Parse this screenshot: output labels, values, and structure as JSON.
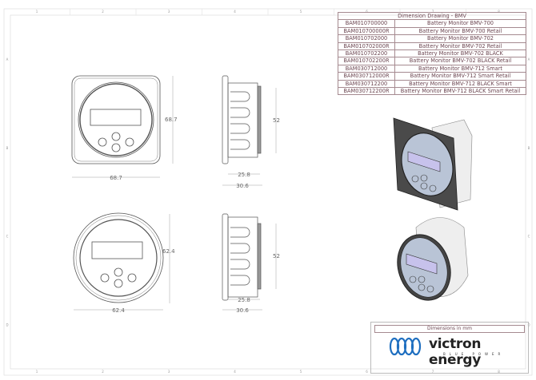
{
  "table": {
    "title": "Dimension Drawing - BMV",
    "rows": [
      {
        "code": "BAM010700000",
        "description": "Battery Monitor BMV-700"
      },
      {
        "code": "BAM010700000R",
        "description": "Battery Monitor BMV-700 Retail"
      },
      {
        "code": "BAM010702000",
        "description": "Battery Monitor BMV-702"
      },
      {
        "code": "BAM010702000R",
        "description": "Battery Monitor BMV-702 Retail"
      },
      {
        "code": "BAM010702200",
        "description": "Battery Monitor BMV-702 BLACK"
      },
      {
        "code": "BAM010702200R",
        "description": "Battery Monitor BMV-702 BLACK Retail"
      },
      {
        "code": "BAM030712000",
        "description": "Battery Monitor BMV-712 Smart"
      },
      {
        "code": "BAM030712000R",
        "description": "Battery Monitor BMV-712 Smart Retail"
      },
      {
        "code": "BAM030712200",
        "description": "Battery Monitor BMV-712 BLACK Smart"
      },
      {
        "code": "BAM030712200R",
        "description": "Battery Monitor BMV-712 BLACK Smart Retail"
      }
    ]
  },
  "dimensions": {
    "square_width": "68.7",
    "square_height": "68.7",
    "round_width": "62.4",
    "round_height": "62.4",
    "body_diameter": "52",
    "body_depth": "25.8",
    "total_depth": "30.6"
  },
  "zones": {
    "columns": [
      "1",
      "2",
      "3",
      "4",
      "5",
      "6",
      "7",
      "8"
    ],
    "rows": [
      "A",
      "B",
      "C",
      "D"
    ]
  },
  "title_block": {
    "units": "Dimensions in mm",
    "brand": "victron energy",
    "tagline": "BLUE POWER"
  },
  "colors": {
    "brand_blue": "#1f6fc0",
    "table_text": "#6b4550",
    "lcd": "#b9c4d6"
  }
}
